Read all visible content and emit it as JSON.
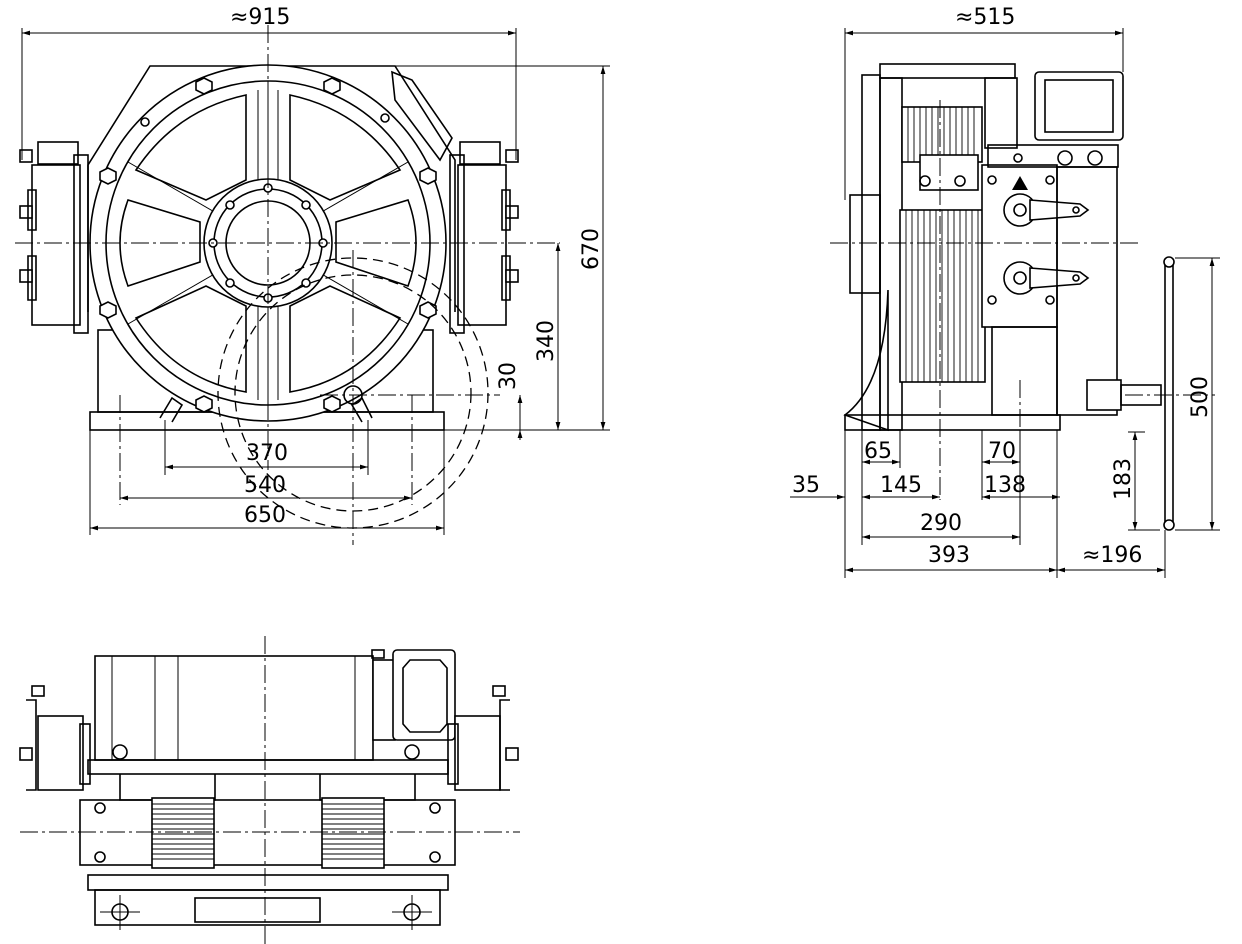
{
  "dims": {
    "front_overall_width": "≈915",
    "front_height": "670",
    "front_center_height": "340",
    "front_offset": "30",
    "front_base_370": "370",
    "front_base_540": "540",
    "front_base_650": "650",
    "side_overall_width": "≈515",
    "side_65": "65",
    "side_70": "70",
    "side_35": "35",
    "side_145": "145",
    "side_138": "138",
    "side_290": "290",
    "side_393": "393",
    "side_196": "≈196",
    "side_183": "183",
    "side_500": "500"
  },
  "colors": {
    "line": "#000000",
    "background": "#ffffff"
  }
}
